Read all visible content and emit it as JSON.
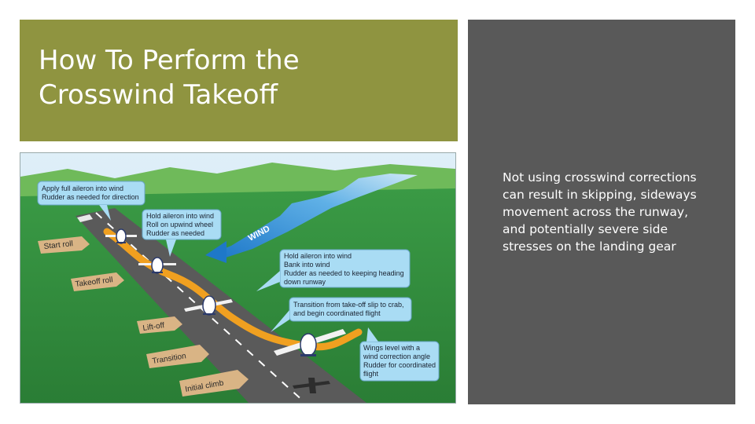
{
  "slide": {
    "title_line1": "How To Perform the",
    "title_line2": "Crosswind Takeoff",
    "body": "Not using crosswind corrections can result in skipping, sideways movement across the runway, and potentially severe side stresses on the landing gear"
  },
  "figure": {
    "callouts": [
      [
        "Apply full aileron into wind",
        "Rudder as needed for direction"
      ],
      [
        "Hold aileron into wind",
        "Roll on upwind wheel",
        "Rudder as needed"
      ],
      [
        "Hold aileron into wind",
        "Bank into wind",
        "Rudder as needed to keeping heading",
        "down runway"
      ],
      [
        "Transition from take-off slip to crab,",
        "and begin coordinated flight"
      ],
      [
        "Wings level with a",
        "wind correction angle",
        "Rudder for coordinated",
        "flight"
      ]
    ],
    "stages": [
      "Start roll",
      "Takeoff roll",
      "Lift-off",
      "Transition",
      "Initial climb"
    ],
    "wind_label": "WIND"
  },
  "colors": {
    "title_bg": "#8f9440",
    "panel_bg": "#595959",
    "callout_bg": "#a9dcf4",
    "path": "#f0a020"
  }
}
